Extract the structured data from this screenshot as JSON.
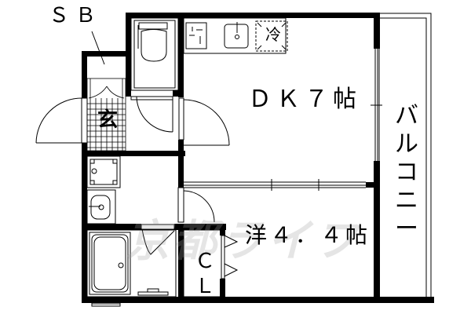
{
  "floor_plan": {
    "rooms": {
      "storage_box": "ＳＢ",
      "entrance": "玄",
      "refrigerator": "冷",
      "dining_kitchen": "ＤＫ７帖",
      "western_room": "洋４．４帖",
      "closet": "ＣＬ",
      "balcony": "バルコニー"
    },
    "watermark": "京都ライフ",
    "colors": {
      "wall": "#000000",
      "background": "#ffffff",
      "watermark": "#a0a0a0"
    }
  }
}
